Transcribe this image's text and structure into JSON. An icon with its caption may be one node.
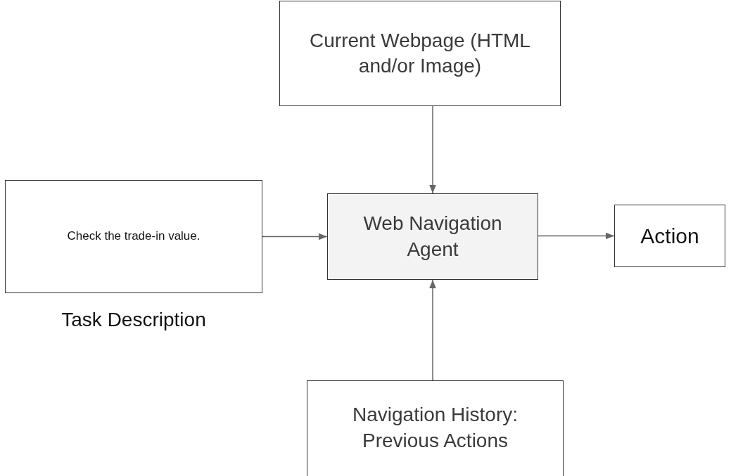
{
  "diagram": {
    "nodes": [
      {
        "text": [
          "Current Webpage (HTML and/or Image)"
        ]
      },
      {
        "text": [
          "Check the trade-in value."
        ],
        "beside": [
          "Task Description"
        ]
      },
      {
        "text": [
          "Web Navigation Agent"
        ]
      },
      {
        "text": [
          "Action"
        ]
      },
      {
        "text": [
          "Navigation History: Previous Actions"
        ]
      }
    ],
    "edges": [
      {
        "from": 0,
        "to": 2,
        "arrow": "to"
      },
      {
        "from": 1,
        "to": 2,
        "arrow": "to"
      },
      {
        "from": 2,
        "to": 3,
        "arrow": "to"
      },
      {
        "from": 4,
        "to": 2,
        "arrow": "to"
      }
    ]
  }
}
